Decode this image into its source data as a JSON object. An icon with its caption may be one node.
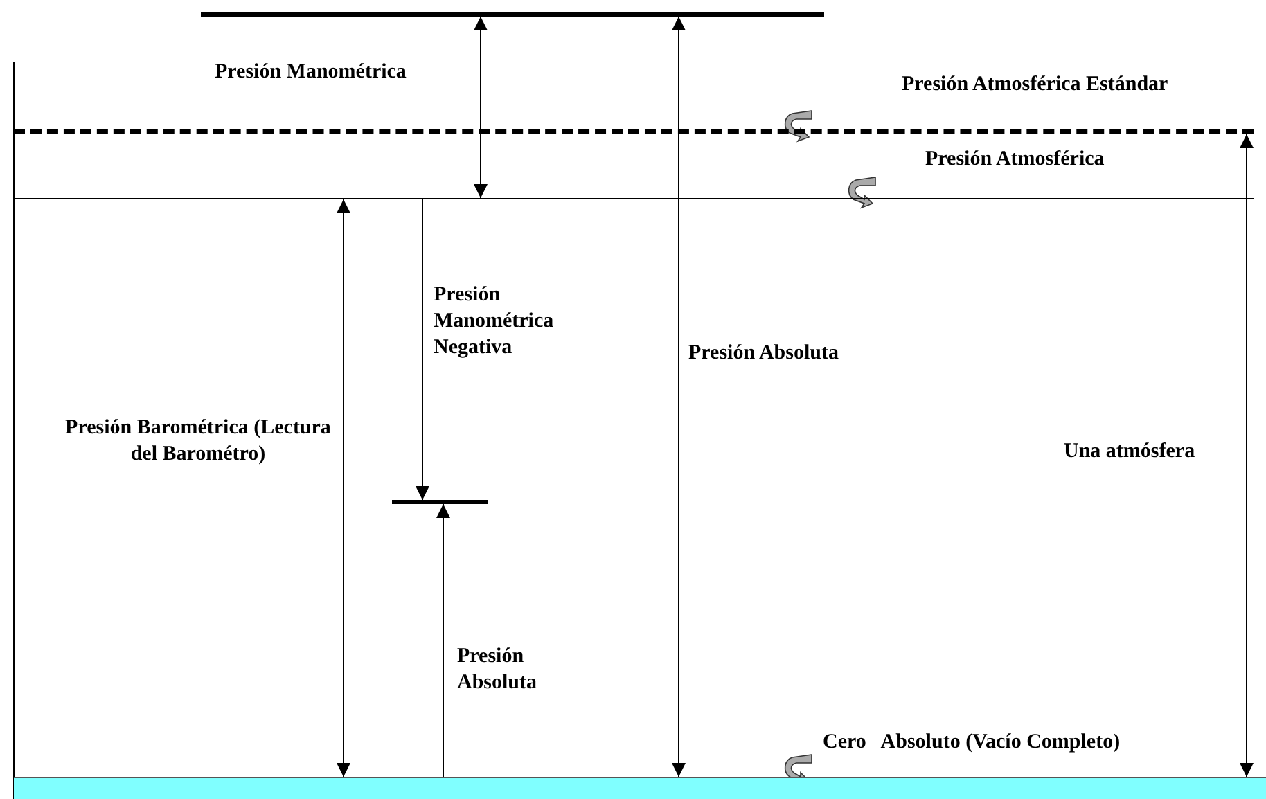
{
  "diagram": {
    "nodes": [
      {
        "text": [],
        "shape": "bar"
      },
      {
        "text": [],
        "shape": "bar"
      },
      {
        "text": [],
        "shape": "bar"
      },
      {
        "text": [],
        "shape": "bar"
      },
      {
        "text": [],
        "shape": "bar"
      }
    ],
    "edges": [
      {
        "from": 0,
        "to": 2,
        "arrow": "both"
      },
      {
        "from": 0,
        "to": 4,
        "arrow": "both"
      },
      {
        "from": 2,
        "to": 4,
        "arrow": "both"
      },
      {
        "from": 2,
        "to": 3,
        "arrow": "to"
      },
      {
        "from": 4,
        "to": 3,
        "arrow": "to"
      },
      {
        "from": 1,
        "to": 4,
        "arrow": "both"
      }
    ],
    "labels": [
      "Presión Manométrica",
      "Presión Atmosférica Estándar",
      "Presión Atmosférica",
      "Presión Manométrica Negativa",
      "Presión Absoluta",
      "Presión Barométrica (Lectura del Barométro)",
      "Una atmósfera",
      "Presión Absoluta",
      "Cero   Absoluto (Vacío Completo)"
    ]
  }
}
